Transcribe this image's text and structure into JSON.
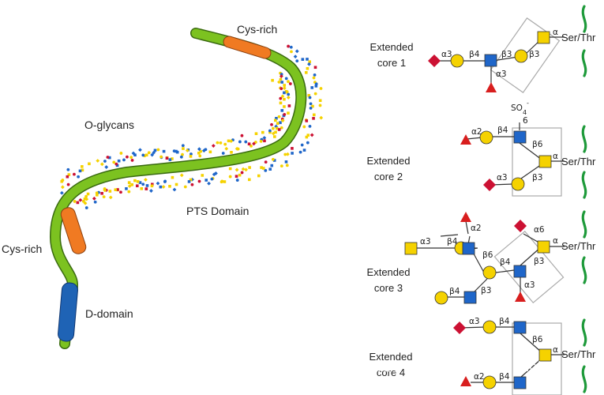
{
  "left": {
    "cys_rich_top": "Cys-rich",
    "o_glycans": "O-glycans",
    "pts_domain": "PTS Domain",
    "cys_rich_bottom": "Cys-rich",
    "d_domain": "D-domain"
  },
  "cores": [
    {
      "line1": "Extended",
      "line2": "core 1"
    },
    {
      "line1": "Extended",
      "line2": "core 2"
    },
    {
      "line1": "Extended",
      "line2": "core 3"
    },
    {
      "line1": "Extended",
      "line2": "core 4"
    }
  ],
  "ser_thr": "Ser/Thr",
  "sulfate": {
    "so": "SO",
    "sub": "4",
    "sup": "-",
    "pos": "6"
  },
  "links": {
    "a": "α",
    "a2": "α2",
    "a3": "α3",
    "a6": "α6",
    "b3": "β3",
    "b4": "β4",
    "b6": "β6"
  },
  "watermark": "知乎 @汉诺生物科技Hanol",
  "colors": {
    "backbone": "#7cc220",
    "backbone_stroke": "#3a6a10",
    "cys_rich": "#f07a22",
    "d_domain": "#1f63b5",
    "gal": "#f5d200",
    "galnac": "#f5d200",
    "glcnac": "#1f66c9",
    "fuc": "#d81e1e",
    "sia": "#cc1133",
    "wave": "#1e9a3a"
  }
}
